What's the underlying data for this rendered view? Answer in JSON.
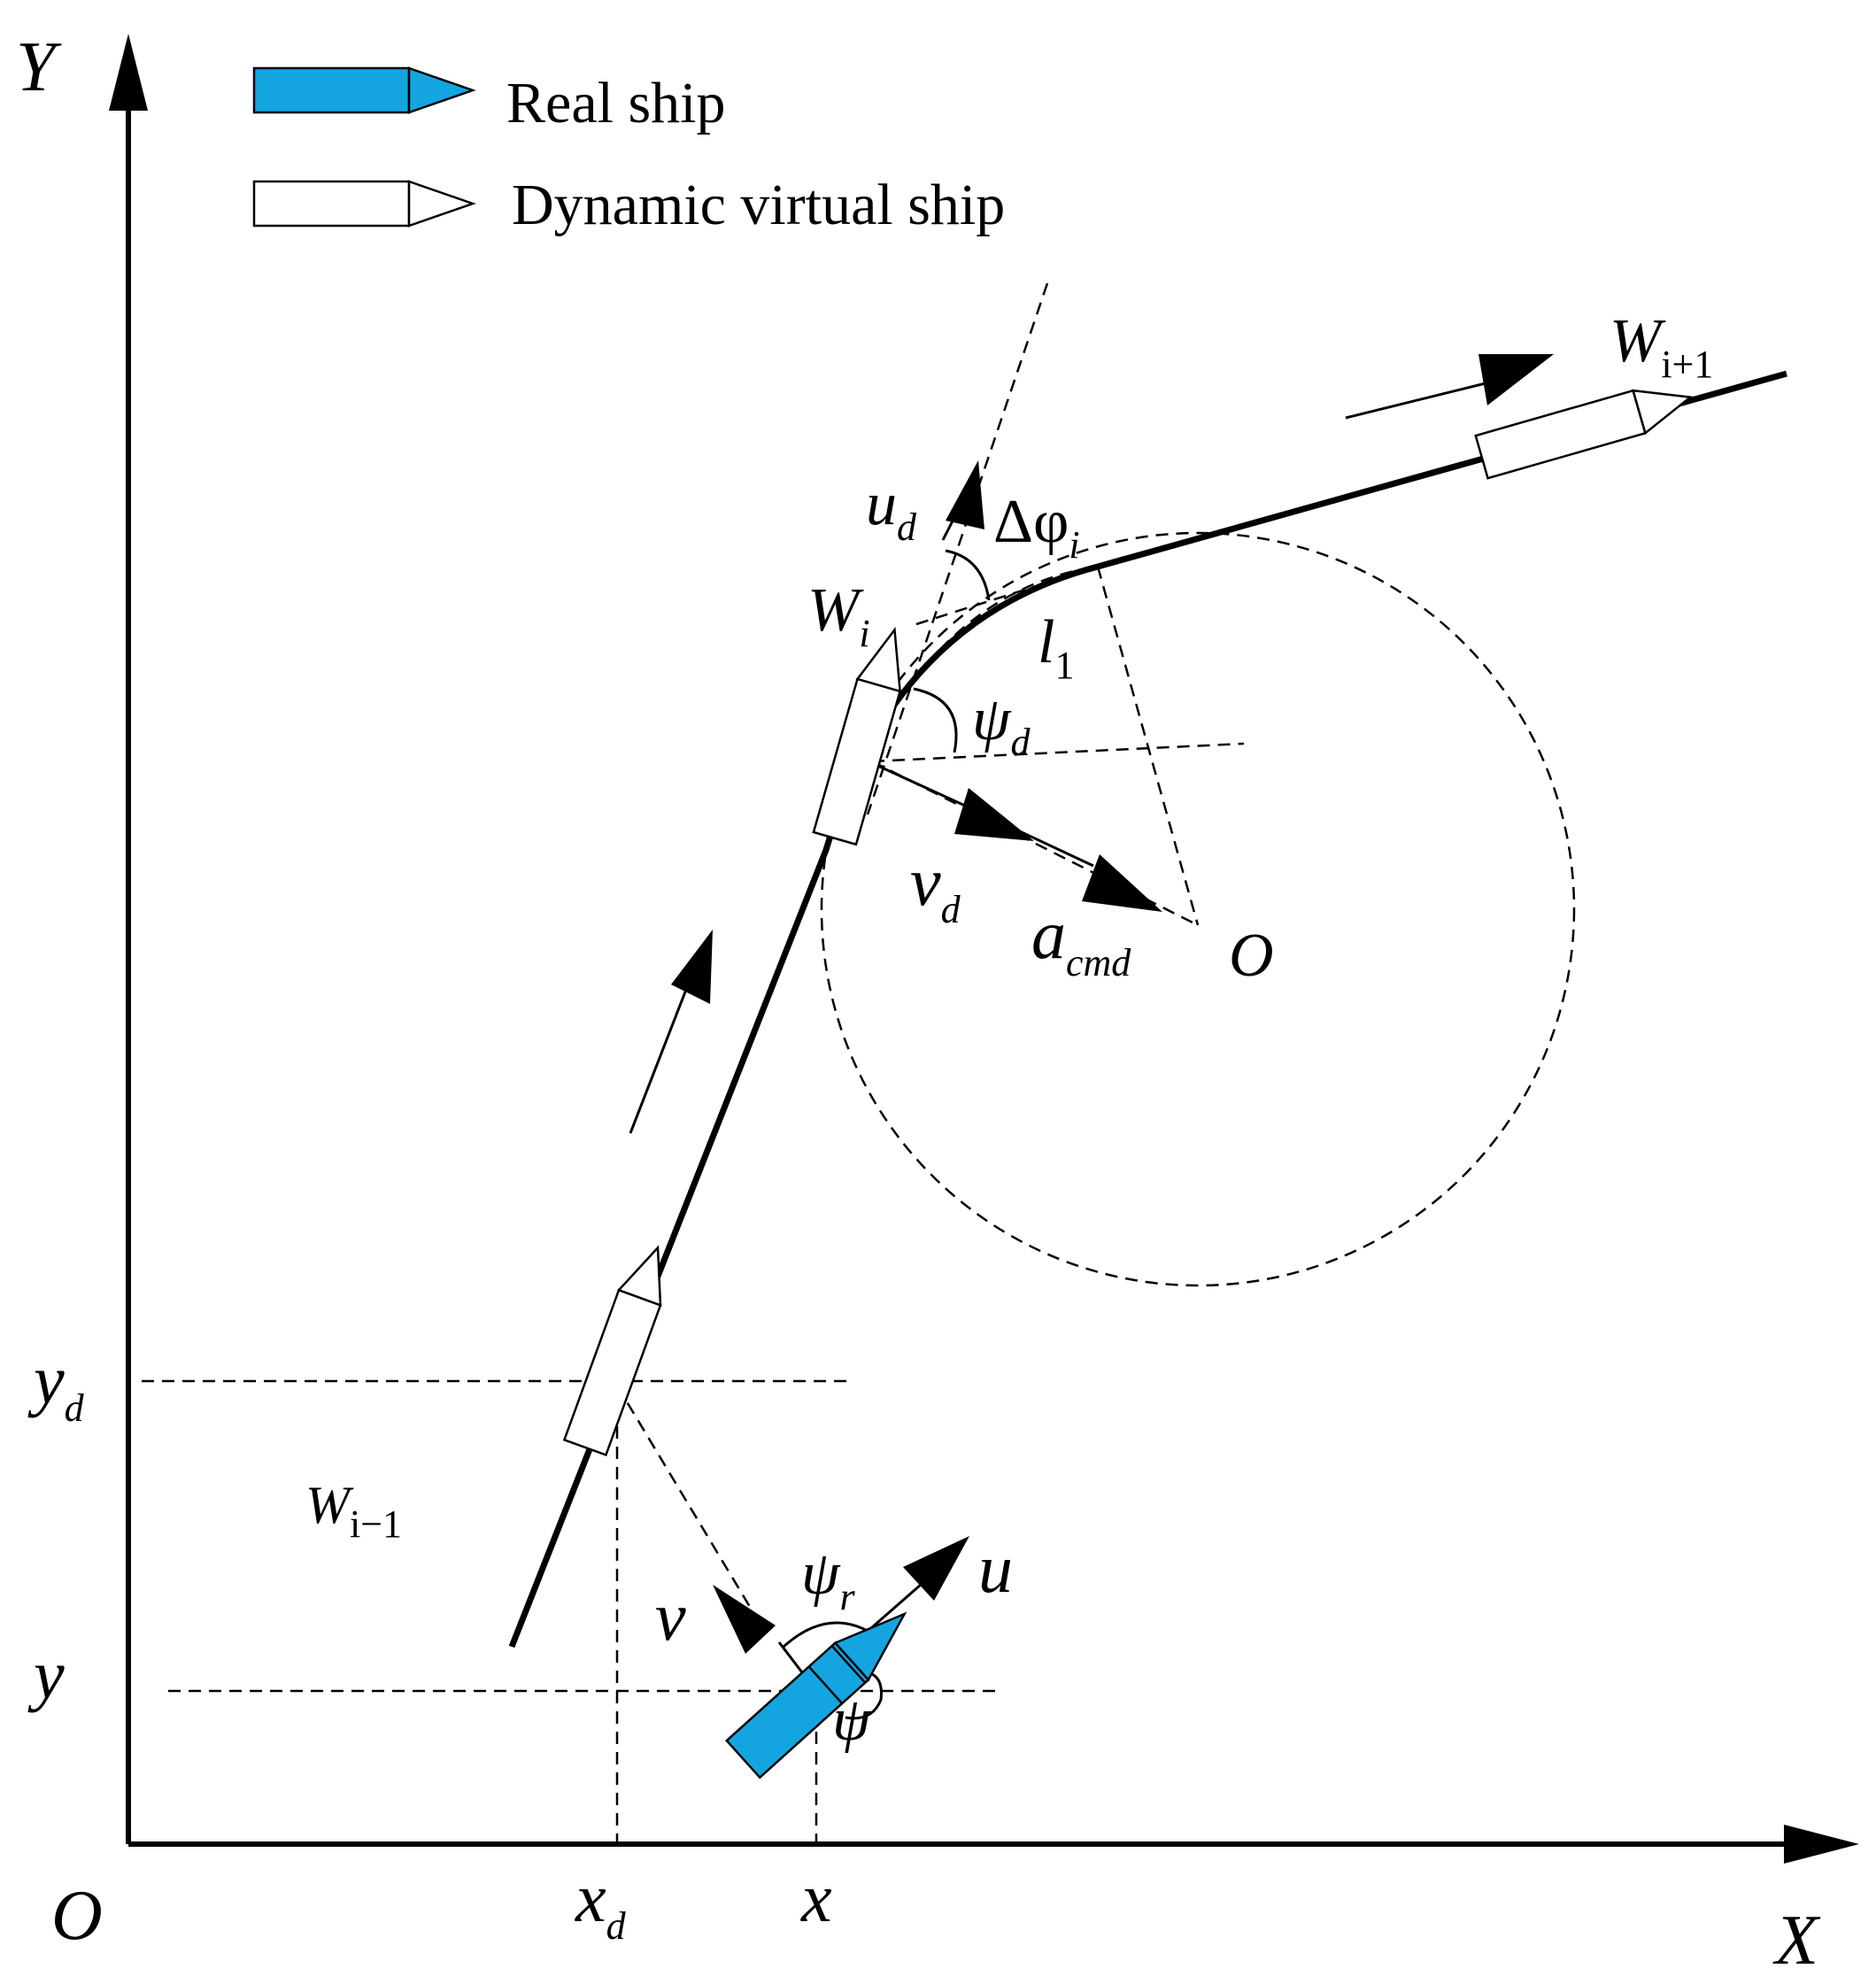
{
  "legend": {
    "real_ship": "Real ship",
    "virtual_ship": "Dynamic virtual ship",
    "real_ship_color": "#14a5e0",
    "virtual_ship_color": "#ffffff"
  },
  "axes": {
    "y": "Y",
    "x": "X",
    "origin": "O"
  },
  "labels": {
    "u_d": {
      "base": "u",
      "sub": "d"
    },
    "delta_phi": {
      "base": "Δφ",
      "sub": "i"
    },
    "W_i": {
      "base": "W",
      "sub": "i"
    },
    "W_next": {
      "base": "W",
      "sub": "i+1"
    },
    "W_prev": {
      "base": "W",
      "sub": "i−1"
    },
    "l1": {
      "base": "l",
      "sub": "1"
    },
    "psi_d": {
      "base": "ψ",
      "sub": "d"
    },
    "v_d": {
      "base": "v",
      "sub": "d"
    },
    "a_cmd": {
      "base": "a",
      "sub": "cmd"
    },
    "center": "O",
    "y_d": {
      "base": "y",
      "sub": "d"
    },
    "y": "y",
    "x_d": {
      "base": "x",
      "sub": "d"
    },
    "x": "x",
    "v": "v",
    "u": "u",
    "psi_r": {
      "base": "ψ",
      "sub": "r"
    },
    "psi": "ψ"
  }
}
